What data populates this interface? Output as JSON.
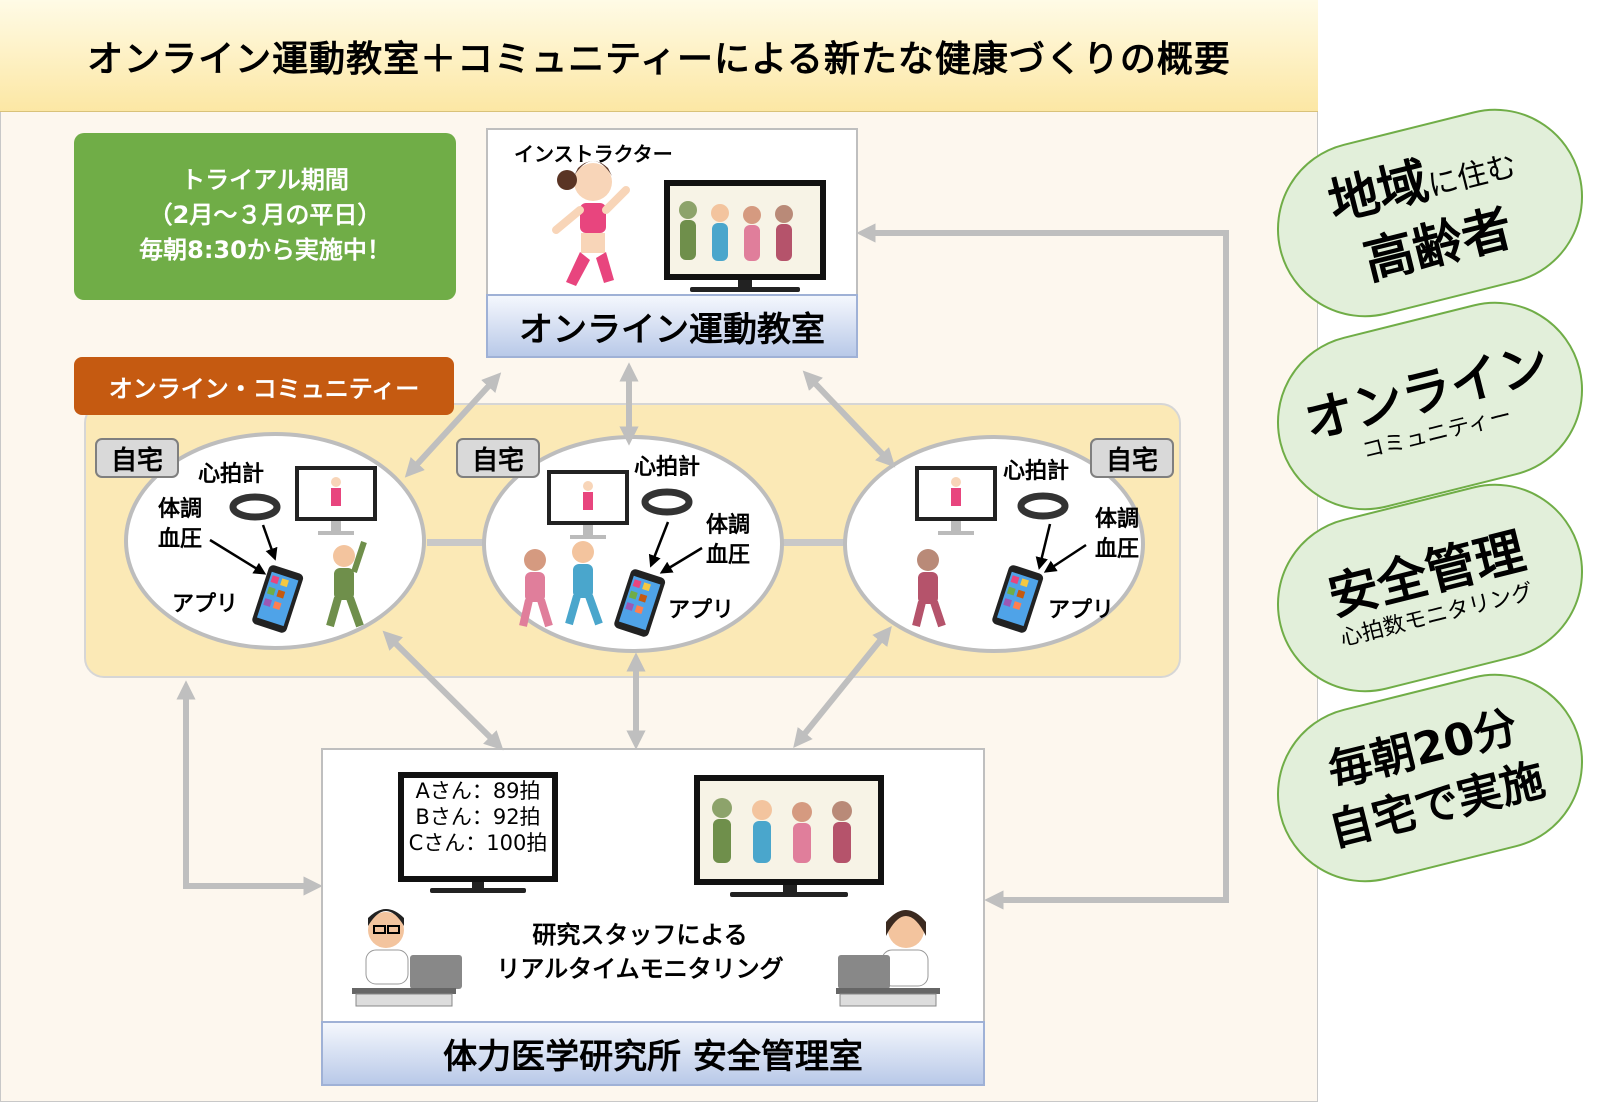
{
  "title": "オンライン運動教室＋コミュニティーによる新たな健康づくりの概要",
  "trial": {
    "line1": "トライアル期間",
    "line2": "（2月～３月の平日）",
    "line3": "毎朝8:30から実施中！"
  },
  "online_class": {
    "instructor_label": "インストラクター",
    "label": "オンライン運動教室"
  },
  "community": {
    "tag": "オンライン・コミュニティー",
    "homes": [
      {
        "tag": "自宅",
        "heart_rate_monitor": "心拍計",
        "condition": "体調",
        "blood_pressure": "血圧",
        "app": "アプリ"
      },
      {
        "tag": "自宅",
        "heart_rate_monitor": "心拍計",
        "condition": "体調",
        "blood_pressure": "血圧",
        "app": "アプリ"
      },
      {
        "tag": "自宅",
        "heart_rate_monitor": "心拍計",
        "condition": "体調",
        "blood_pressure": "血圧",
        "app": "アプリ"
      }
    ]
  },
  "lab": {
    "monitor_lines": [
      "Aさん：89拍",
      "Bさん：92拍",
      "Cさん：100拍"
    ],
    "caption_line1": "研究スタッフによる",
    "caption_line2": "リアルタイムモニタリング",
    "label": "体力医学研究所 安全管理室"
  },
  "features": [
    {
      "main_a": "地域",
      "mid": "に住む",
      "main_b": "高齢者"
    },
    {
      "main": "オンライン",
      "sub": "コミュニティー"
    },
    {
      "main": "安全管理",
      "sub": "心拍数モニタリング"
    },
    {
      "line1": "毎朝20分",
      "line2": "自宅で実施"
    }
  ],
  "colors": {
    "trial_green": "#70ad47",
    "community_orange": "#c55a11",
    "pill_fill": "#e2efda",
    "arrow_gray": "#bfbfbf"
  }
}
